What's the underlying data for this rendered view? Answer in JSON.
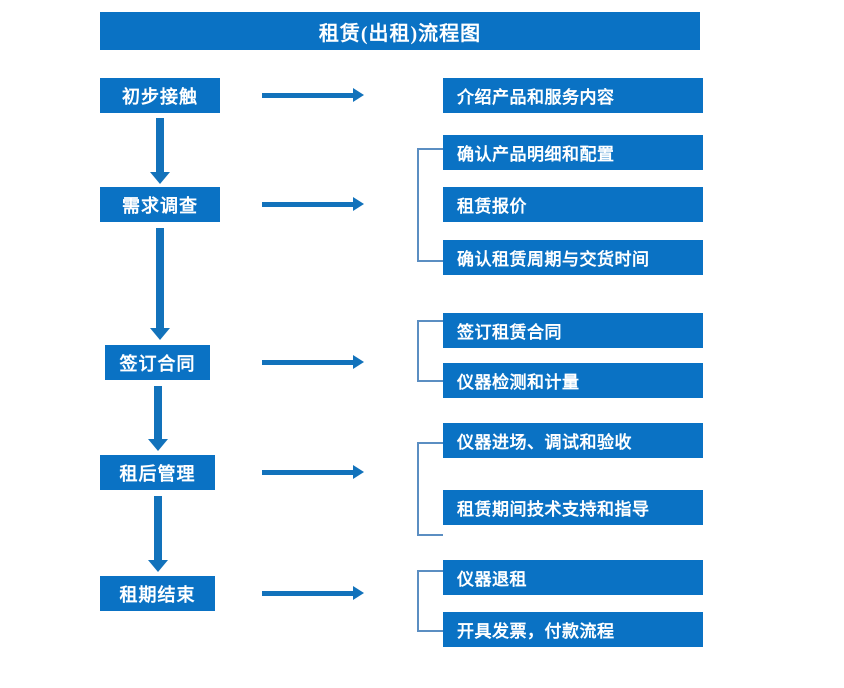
{
  "diagram": {
    "title": "租赁(出租)流程图",
    "colors": {
      "box_blue": "#0a72c4",
      "arrow_blue": "#1272bb",
      "bracket_blue": "#5b8ec2",
      "text_white": "#ffffff",
      "background": "#ffffff"
    }
  },
  "stages": [
    {
      "label": "初步接触"
    },
    {
      "label": "需求调查"
    },
    {
      "label": "签订合同"
    },
    {
      "label": "租后管理"
    },
    {
      "label": "租期结束"
    }
  ],
  "details": [
    {
      "label": "介绍产品和服务内容"
    },
    {
      "label": "确认产品明细和配置"
    },
    {
      "label": "租赁报价"
    },
    {
      "label": "确认租赁周期与交货时间"
    },
    {
      "label": "签订租赁合同"
    },
    {
      "label": "仪器检测和计量"
    },
    {
      "label": "仪器进场、调试和验收"
    },
    {
      "label": "租赁期间技术支持和指导"
    },
    {
      "label": "仪器退租"
    },
    {
      "label": "开具发票，付款流程"
    }
  ]
}
